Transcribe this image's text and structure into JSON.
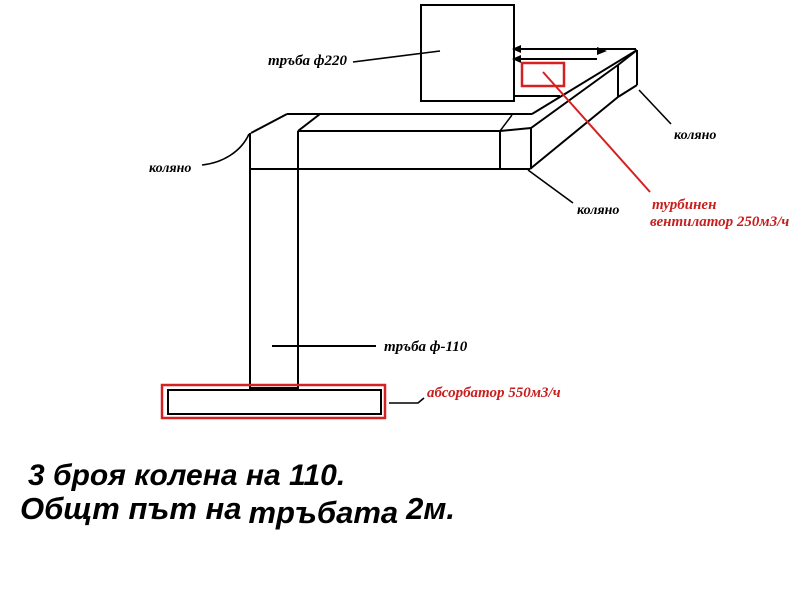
{
  "colors": {
    "line": "#000000",
    "red_shape": "#d42222",
    "red_text": "#c81e1e",
    "background": "#ffffff"
  },
  "diagram": {
    "labels": {
      "pipe220": "тръба ф220",
      "elbow_left": "коляно",
      "elbow_middle": "коляно",
      "elbow_right": "коляно",
      "fan_line1": "турбинен",
      "fan_line2": "вентилатор 250м3/ч",
      "pipe110": "тръба ф-110",
      "absorber": "абсорбатор 550м3/ч"
    }
  },
  "notes": {
    "line1": "3 броя колена на 110.",
    "line2_part1": "Общт път на",
    "line2_part2": "тръбата",
    "line2_part3": "2м."
  }
}
